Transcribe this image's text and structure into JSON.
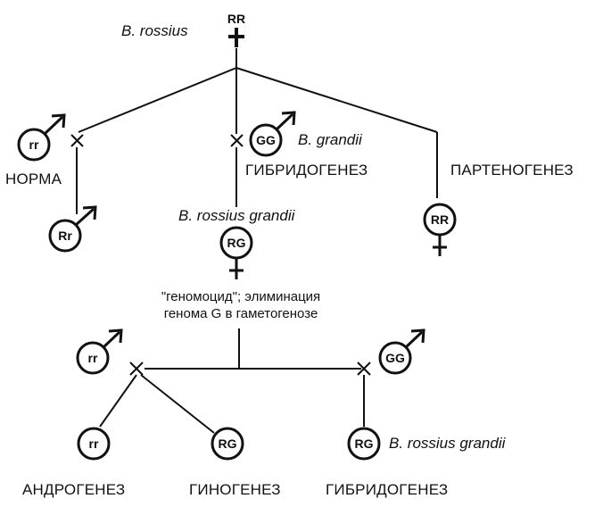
{
  "top": {
    "species": "B. rossius",
    "genotype": "RR"
  },
  "cross_norma": {
    "male_genotype": "rr",
    "label": "НОРМА",
    "offspring_genotype": "Rr"
  },
  "cross_hybrid": {
    "male_genotype": "GG",
    "male_species": "B. grandii",
    "label": "ГИБРИДОГЕНЕЗ",
    "hybrid_species": "B. rossius grandii",
    "hybrid_genotype": "RG"
  },
  "parthenogenesis": {
    "label": "ПАРТЕНОГЕНЕЗ",
    "genotype": "RR"
  },
  "genomocide": {
    "line1": "\"геномоцид\"; элиминация",
    "line2": "генома G в гаметогенозе"
  },
  "bottom_left_cross": {
    "male_genotype": "rr",
    "offspring1_genotype": "rr",
    "offspring1_label": "АНДРОГЕНЕЗ",
    "offspring2_genotype": "RG",
    "offspring2_label": "ГИНОГЕНЕЗ"
  },
  "bottom_right_cross": {
    "male_genotype": "GG",
    "offspring_genotype": "RG",
    "offspring_species": "B. rossius grandii",
    "label": "ГИБРИДОГЕНЕЗ"
  },
  "symbols": {
    "male": "male-symbol",
    "female": "female-symbol",
    "cross": "cross-mark"
  }
}
